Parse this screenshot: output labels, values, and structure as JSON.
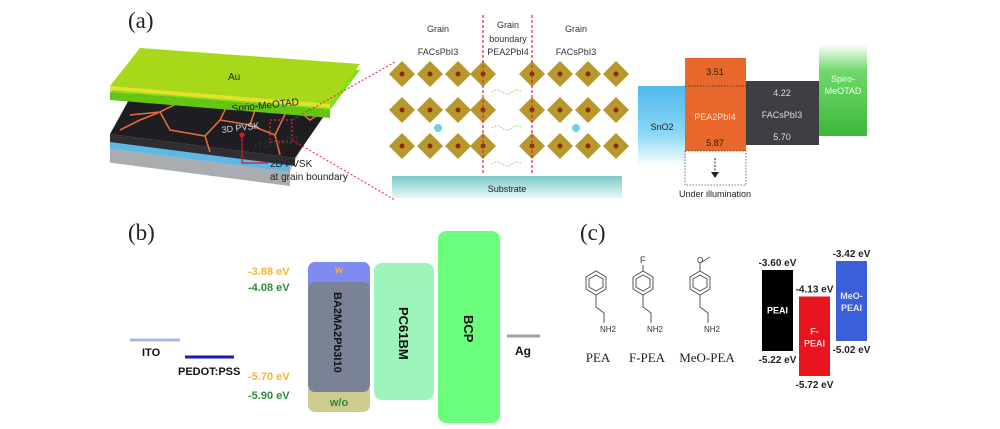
{
  "panels": {
    "a": {
      "label": "(a)",
      "device": {
        "layers": [
          "Au",
          "Sprio-MeOTAD",
          "3D PVSK",
          "ITO/SnO2"
        ],
        "callout_line1": "2D PVSK",
        "callout_line2": "at grain boundary"
      },
      "structure": {
        "left_grain": "Grain",
        "left_grain_formula": "FACsPbI3",
        "boundary_line1": "Grain",
        "boundary_line2": "boundary",
        "boundary_formula": "PEA2PbI4",
        "right_grain": "Grain",
        "right_grain_formula": "FACsPbI3",
        "substrate": "Substrate"
      },
      "band": {
        "sno2": "SnO2",
        "pea_top": "3.51",
        "pea_label": "PEA2PbI4",
        "pea_bottom": "5.87",
        "facs_top": "4.22",
        "facs_label": "FACsPbI3",
        "facs_bottom": "5.70",
        "spiro_line1": "Spiro-",
        "spiro_line2": "MeOTAD",
        "illumination": "Under illumination"
      }
    },
    "b": {
      "label": "(b)",
      "levels": {
        "cb_w": "-3.88 eV",
        "cb_wo": "-4.08 eV",
        "vb_w": "-5.70 eV",
        "vb_wo": "-5.90 eV"
      },
      "colors": {
        "w": "#f0b72f",
        "wo": "#2e8b3a"
      },
      "ito": "ITO",
      "pedot": "PEDOT:PSS",
      "w": "w",
      "wo": "w/o",
      "perovskite": "BA2MA2Pb3I10",
      "pcbm": "PC61BM",
      "bcp": "BCP",
      "ag": "Ag"
    },
    "c": {
      "label": "(c)",
      "molecules": [
        "PEA",
        "F-PEA",
        "MeO-PEA"
      ],
      "f_atom": "F",
      "nh2": "NH2",
      "bars": [
        {
          "name": "PEAI",
          "line1": "PEAI",
          "line2": "",
          "lumo": "-3.60 eV",
          "homo": "-5.22 eV",
          "lumo_val": -3.6,
          "homo_val": -5.22,
          "color": "#000000"
        },
        {
          "name": "F-PEAI",
          "line1": "F-",
          "line2": "PEAI",
          "lumo": "-4.13 eV",
          "homo": "-5.72 eV",
          "lumo_val": -4.13,
          "homo_val": -5.72,
          "color": "#e8141e"
        },
        {
          "name": "MeO-PEAI",
          "line1": "MeO-",
          "line2": "PEAI",
          "lumo": "-3.42 eV",
          "homo": "-5.02 eV",
          "lumo_val": -3.42,
          "homo_val": -5.02,
          "color": "#3a5fd8"
        }
      ]
    }
  }
}
